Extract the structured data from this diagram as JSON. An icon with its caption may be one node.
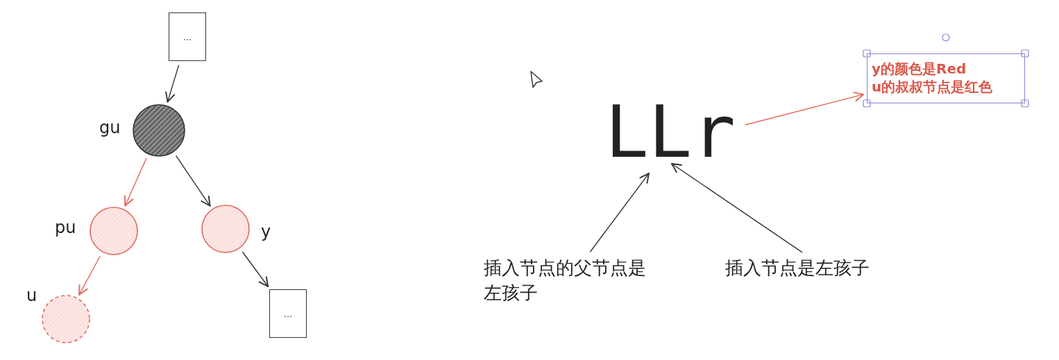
{
  "diagram": {
    "nodes": [
      {
        "text": [
          "..."
        ]
      },
      {
        "text": [],
        "shape": "circle",
        "beside": [
          "gu"
        ]
      },
      {
        "text": [],
        "shape": "circle",
        "beside": [
          "pu"
        ]
      },
      {
        "text": [],
        "shape": "circle",
        "beside": [
          "y"
        ]
      },
      {
        "text": [],
        "shape": "circle",
        "beside": [
          "u"
        ]
      },
      {
        "text": [
          "..."
        ]
      },
      {
        "text": [
          "y的颜色是Red",
          "u的叔叔节点是红色"
        ]
      },
      {
        "text": [
          "LLr"
        ]
      },
      {
        "text": [
          "插入节点的父节点是左孩子"
        ]
      },
      {
        "text": [
          "插入节点是左孩子"
        ]
      }
    ],
    "edges": [
      {
        "from": 0,
        "to": 1,
        "arrow": "to"
      },
      {
        "from": 1,
        "to": 2,
        "arrow": "to",
        "color": "#e0675a"
      },
      {
        "from": 1,
        "to": 3,
        "arrow": "to"
      },
      {
        "from": 2,
        "to": 4,
        "arrow": "to",
        "color": "#e0675a"
      },
      {
        "from": 3,
        "to": 5,
        "arrow": "to"
      },
      {
        "from": 7,
        "to": 6,
        "arrow": "to",
        "color": "#e0675a"
      },
      {
        "from": 8,
        "to": 7,
        "arrow": "to"
      },
      {
        "from": 9,
        "to": 7,
        "arrow": "to"
      }
    ]
  }
}
